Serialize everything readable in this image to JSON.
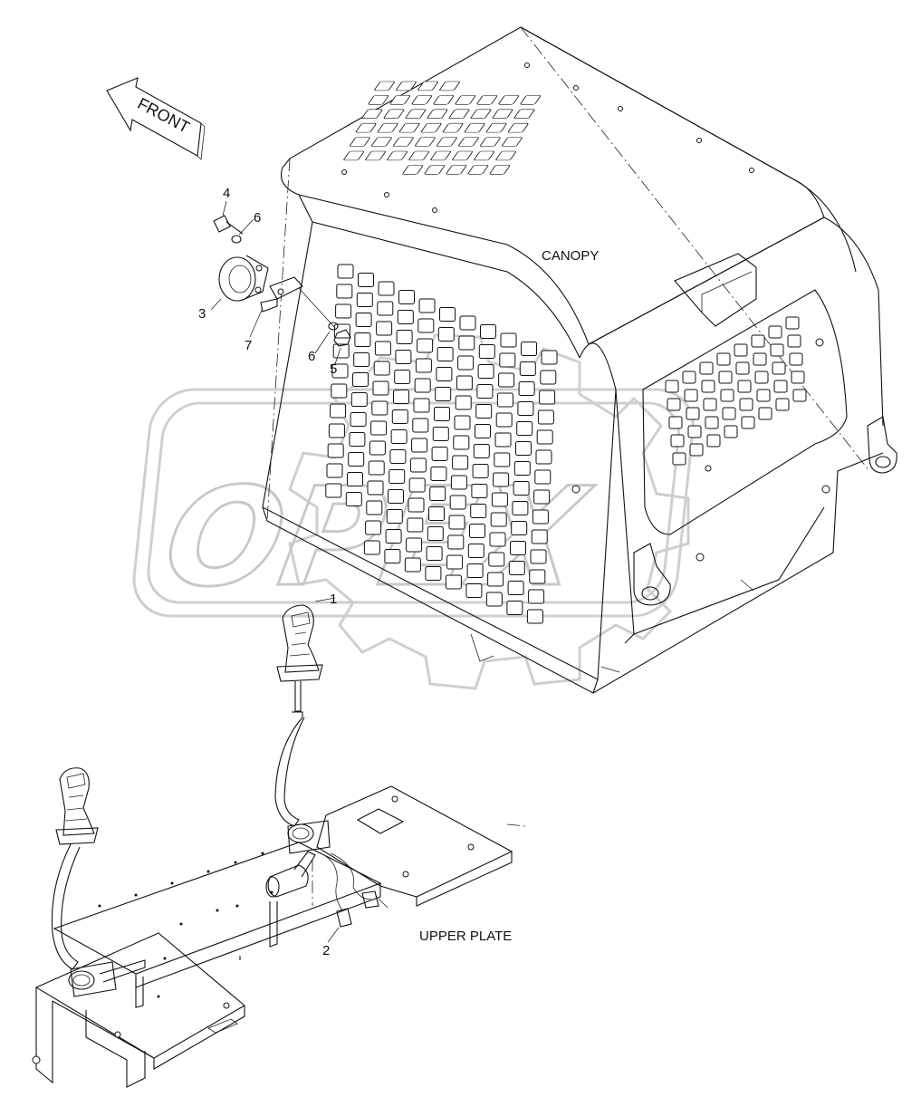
{
  "arrow_label": "FRONT",
  "assemblies": {
    "canopy": "CANOPY",
    "upper_plate": "UPPER PLATE"
  },
  "watermark": "OPEX",
  "callouts": [
    "1",
    "2",
    "3",
    "4",
    "5",
    "6",
    "6",
    "7"
  ],
  "colors": {
    "line": "#111111",
    "watermark": "#c8c8c8",
    "background": "#ffffff"
  }
}
